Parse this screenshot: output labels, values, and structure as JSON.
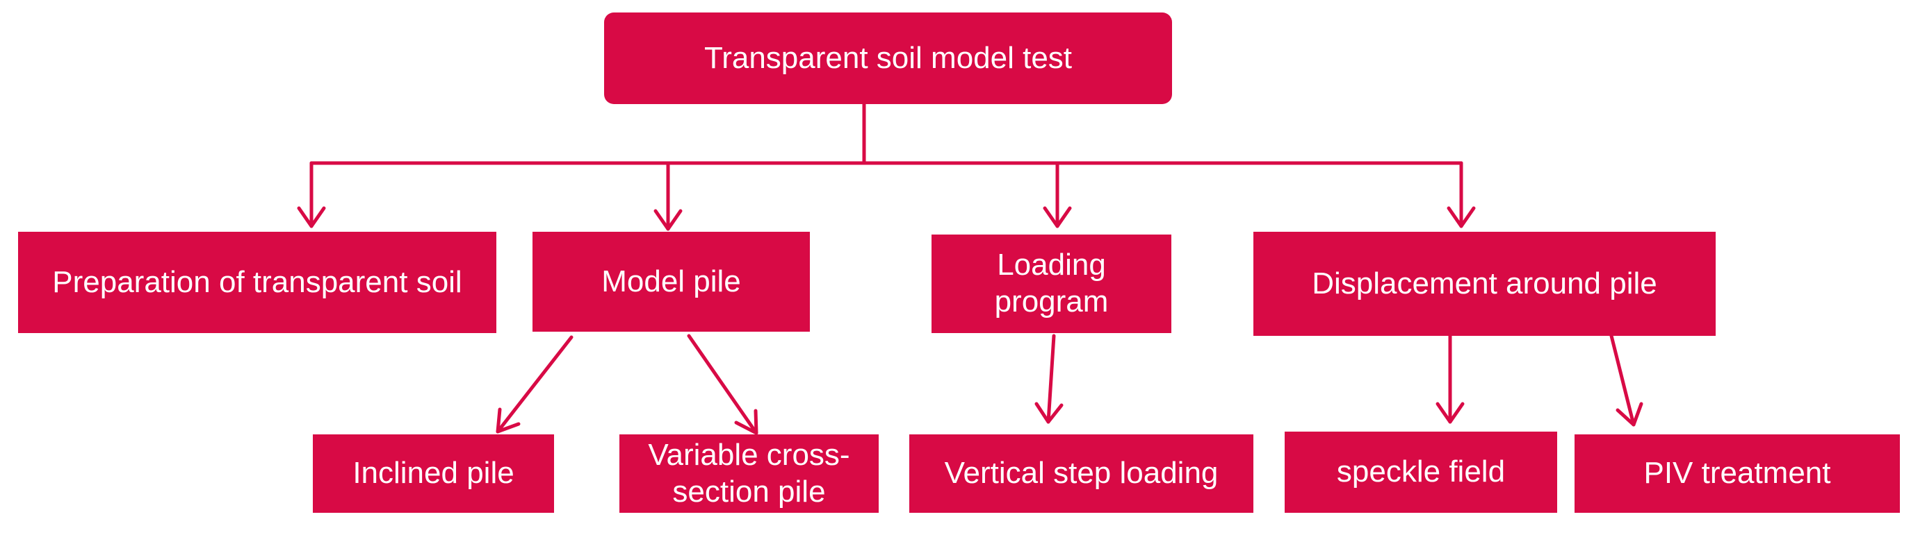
{
  "colors": {
    "node_fill": "#d80a45",
    "node_text": "#ffffff",
    "connector": "#d80a45"
  },
  "root": {
    "label": "Transparent soil model test"
  },
  "categories": [
    {
      "label": "Preparation of transparent soil"
    },
    {
      "label": "Model pile"
    },
    {
      "label": "Loading program"
    },
    {
      "label": "Displacement around pile"
    }
  ],
  "leaves": [
    {
      "label": "Inclined pile"
    },
    {
      "label": "Variable cross-section pile"
    },
    {
      "label": "Vertical step loading"
    },
    {
      "label": "speckle field"
    },
    {
      "label": "PIV treatment"
    }
  ]
}
